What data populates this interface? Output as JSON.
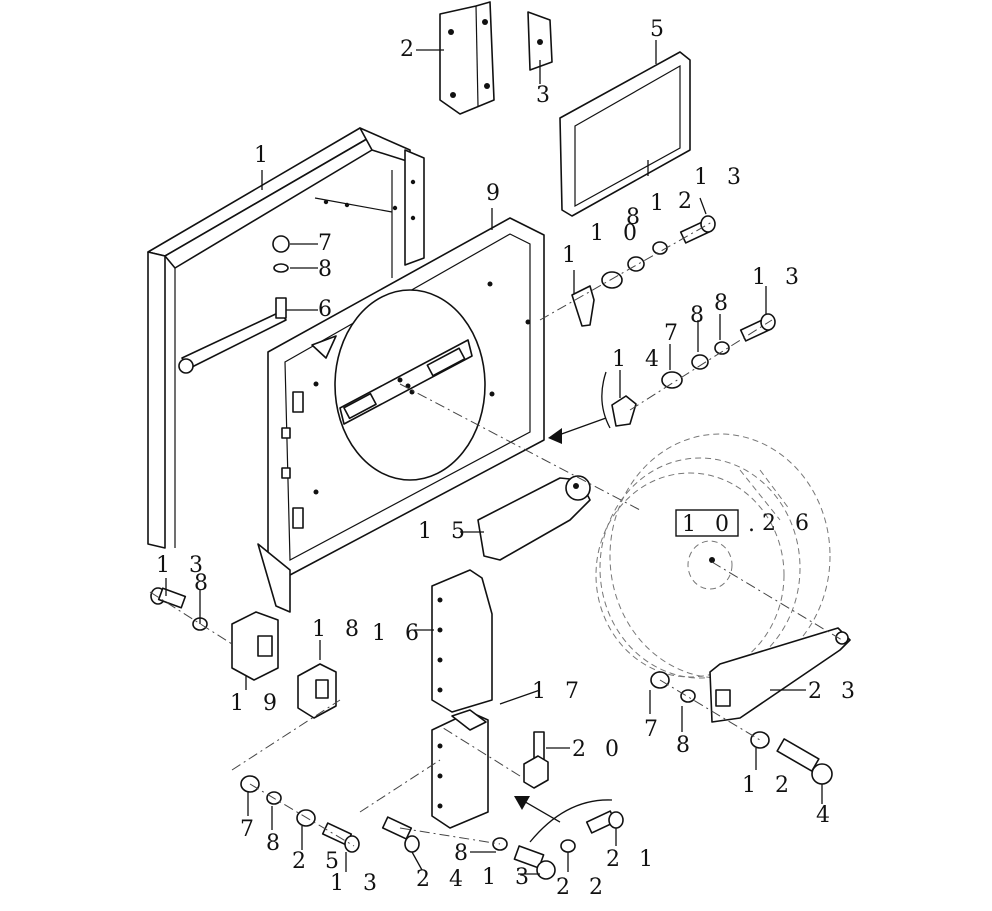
{
  "diagram": {
    "callouts": {
      "c1": "1",
      "c2": "2",
      "c3": "3",
      "c5": "5",
      "c9": "9",
      "c13a": "1 3",
      "c1b": "1",
      "c2b": "2",
      "c10": "1 0",
      "c8a": "8",
      "c1c": "1",
      "c7a": "7",
      "c8b": "8",
      "c6": "6",
      "c13b": "1 3",
      "c7b": "7",
      "c8c": "8",
      "c8d": "8",
      "c14": "1 4",
      "c15": "1 5",
      "c26": "2 6",
      "c13c": "1 3",
      "c8e": "8",
      "c18": "1 8",
      "c16": "1 6",
      "c19": "1 9",
      "c17": "1 7",
      "c20": "2 0",
      "c23": "2 3",
      "c7c": "7",
      "c8f": "8",
      "c12": "1 2",
      "c4": "4",
      "c7d": "7",
      "c8g": "8",
      "c25": "2 5",
      "c13d": "1 3",
      "c24": "2 4",
      "c8h": "8",
      "c13e": "1 3",
      "c22": "2 2",
      "c21": "2 1",
      "ref": "1 0 ."
    }
  }
}
